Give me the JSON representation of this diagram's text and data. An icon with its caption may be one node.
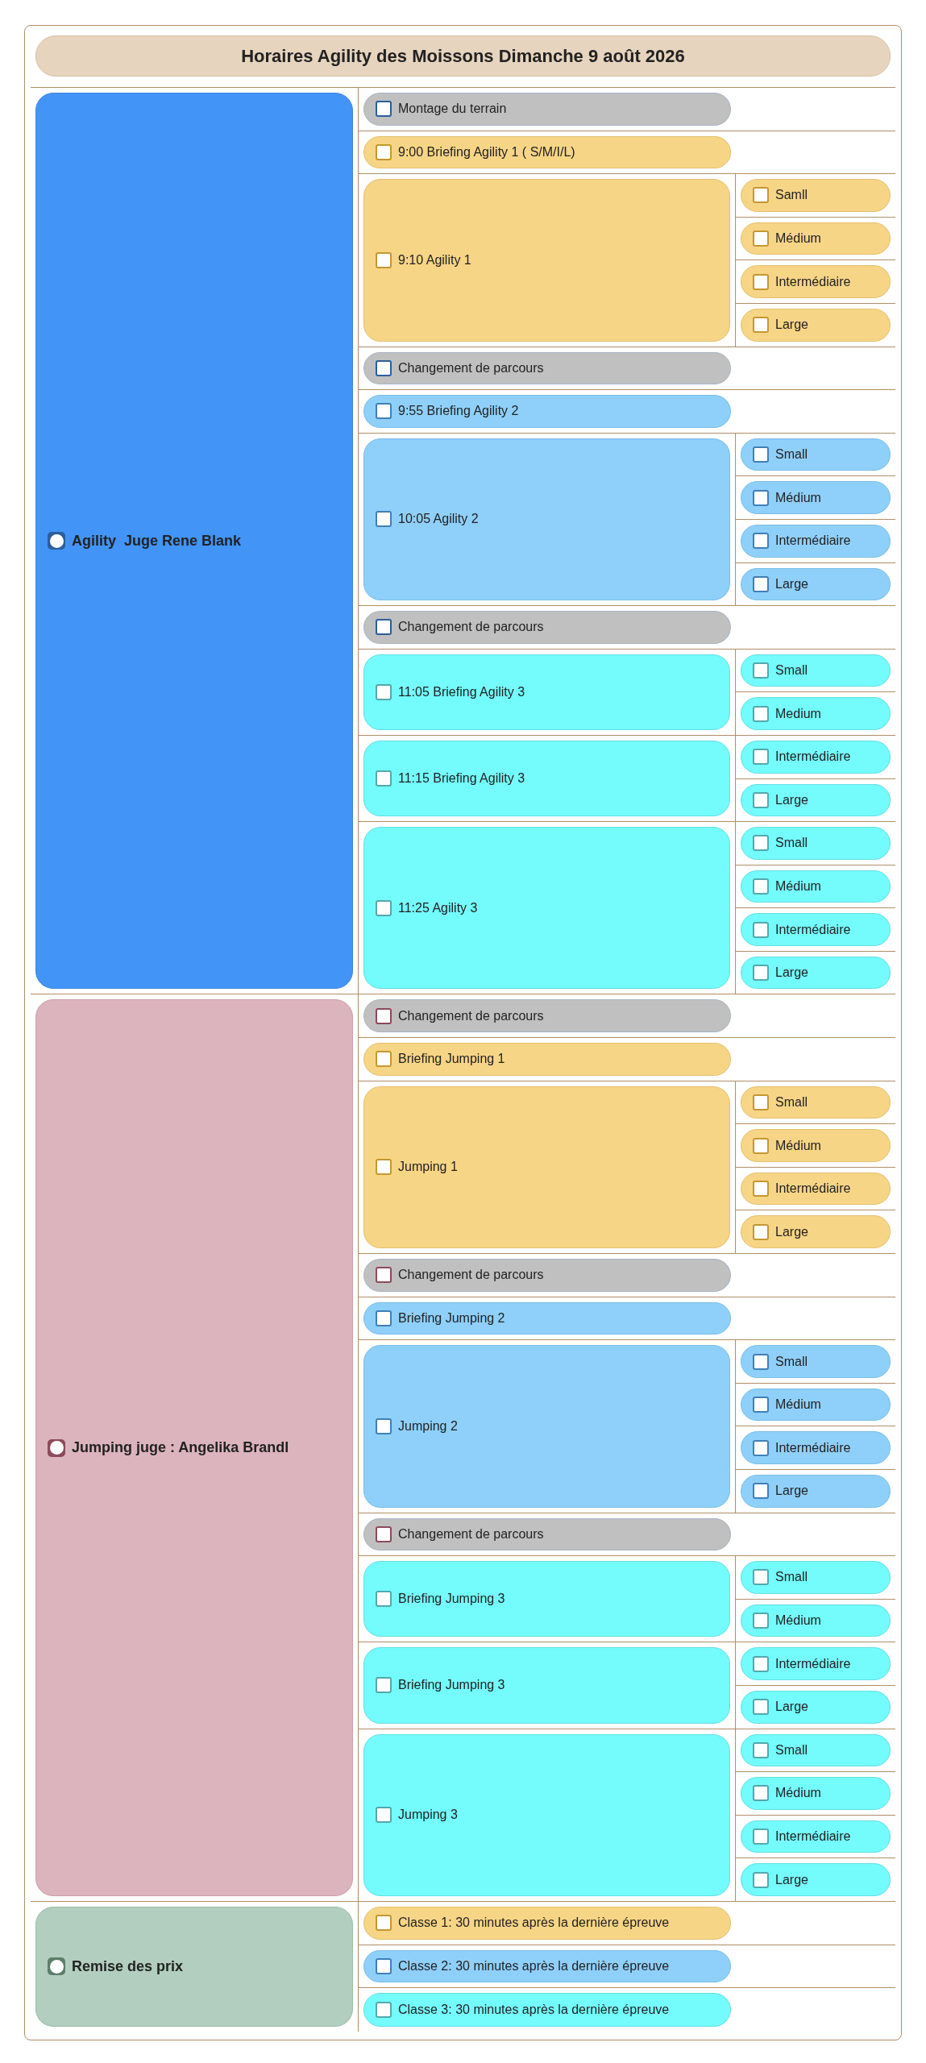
{
  "diagram": {
    "title": "Horaires Agility des Moissons Dimanche 9 août 2026",
    "nodes": [
      {
        "text": [
          "Agility  Juge Rene Blank"
        ]
      },
      {
        "text": [
          "Montage du terrain"
        ]
      },
      {
        "text": [
          "9:00 Briefing Agility 1 ( S/M/I/L)"
        ]
      },
      {
        "text": [
          "9:10 Agility 1"
        ]
      },
      {
        "text": [
          "Samll"
        ]
      },
      {
        "text": [
          "Médium"
        ]
      },
      {
        "text": [
          "Intermédiaire"
        ]
      },
      {
        "text": [
          "Large"
        ]
      },
      {
        "text": [
          "Changement de parcours"
        ]
      },
      {
        "text": [
          "9:55 Briefing Agility 2"
        ]
      },
      {
        "text": [
          "10:05 Agility 2"
        ]
      },
      {
        "text": [
          "Small"
        ]
      },
      {
        "text": [
          "Médium"
        ]
      },
      {
        "text": [
          "Intermédiaire"
        ]
      },
      {
        "text": [
          "Large"
        ]
      },
      {
        "text": [
          "Changement de parcours"
        ]
      },
      {
        "text": [
          "11:05 Briefing Agility 3"
        ]
      },
      {
        "text": [
          "Small"
        ]
      },
      {
        "text": [
          "Medium"
        ]
      },
      {
        "text": [
          "11:15 Briefing Agility 3"
        ]
      },
      {
        "text": [
          "Intermédiaire"
        ]
      },
      {
        "text": [
          "Large"
        ]
      },
      {
        "text": [
          "11:25 Agility 3"
        ]
      },
      {
        "text": [
          "Small"
        ]
      },
      {
        "text": [
          "Médium"
        ]
      },
      {
        "text": [
          "Intermédiaire"
        ]
      },
      {
        "text": [
          "Large"
        ]
      },
      {
        "text": [
          "Jumping juge : Angelika Brandl"
        ]
      },
      {
        "text": [
          "Changement de parcours"
        ]
      },
      {
        "text": [
          "Briefing Jumping 1"
        ]
      },
      {
        "text": [
          "Jumping 1"
        ]
      },
      {
        "text": [
          "Small"
        ]
      },
      {
        "text": [
          "Médium"
        ]
      },
      {
        "text": [
          "Intermédiaire"
        ]
      },
      {
        "text": [
          "Large"
        ]
      },
      {
        "text": [
          "Changement de parcours"
        ]
      },
      {
        "text": [
          "Briefing Jumping 2"
        ]
      },
      {
        "text": [
          "Jumping 2"
        ]
      },
      {
        "text": [
          "Small"
        ]
      },
      {
        "text": [
          "Médium"
        ]
      },
      {
        "text": [
          "Intermédiaire"
        ]
      },
      {
        "text": [
          "Large"
        ]
      },
      {
        "text": [
          "Changement de parcours"
        ]
      },
      {
        "text": [
          "Briefing Jumping 3"
        ]
      },
      {
        "text": [
          "Small"
        ]
      },
      {
        "text": [
          "Médium"
        ]
      },
      {
        "text": [
          "Briefing Jumping 3"
        ]
      },
      {
        "text": [
          "Intermédiaire"
        ]
      },
      {
        "text": [
          "Large"
        ]
      },
      {
        "text": [
          "Jumping 3"
        ]
      },
      {
        "text": [
          "Small"
        ]
      },
      {
        "text": [
          "Médium"
        ]
      },
      {
        "text": [
          "Intermédiaire"
        ]
      },
      {
        "text": [
          "Large"
        ]
      },
      {
        "text": [
          "Remise des prix"
        ]
      },
      {
        "text": [
          "Classe 1: 30 minutes après la dernière épreuve"
        ]
      },
      {
        "text": [
          "Classe 2: 30 minutes après la dernière épreuve"
        ]
      },
      {
        "text": [
          "Classe 3: 30 minutes après la dernière épreuve"
        ]
      }
    ]
  }
}
